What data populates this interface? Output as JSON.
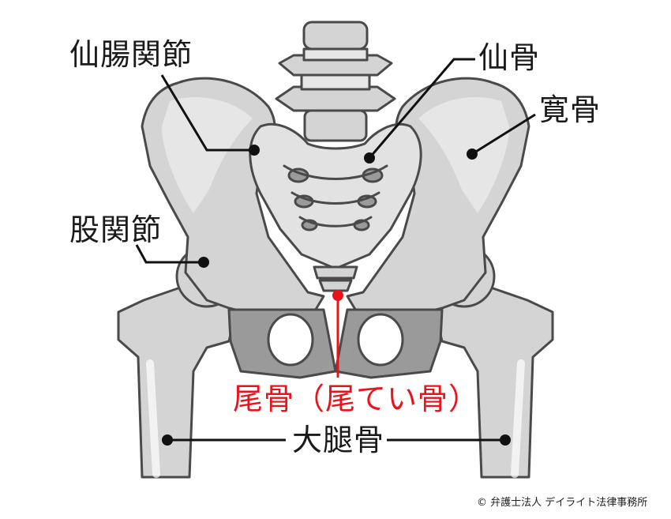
{
  "labels": {
    "sacroiliac_joint": "仙腸関節",
    "sacrum": "仙骨",
    "ilium": "寛骨",
    "hip_joint": "股関節",
    "coccyx": "尾骨（尾てい骨）",
    "femur": "大腿骨"
  },
  "credit": "© 弁護士法人 デイライト法律事務所",
  "colors": {
    "bone_fill": "#d4d4d4",
    "bone_light": "#e6e6e6",
    "bone_shadow": "#9a9a9a",
    "outline": "#4a4a4a",
    "pointer_black": "#111111",
    "pointer_red": "#e8141c"
  }
}
